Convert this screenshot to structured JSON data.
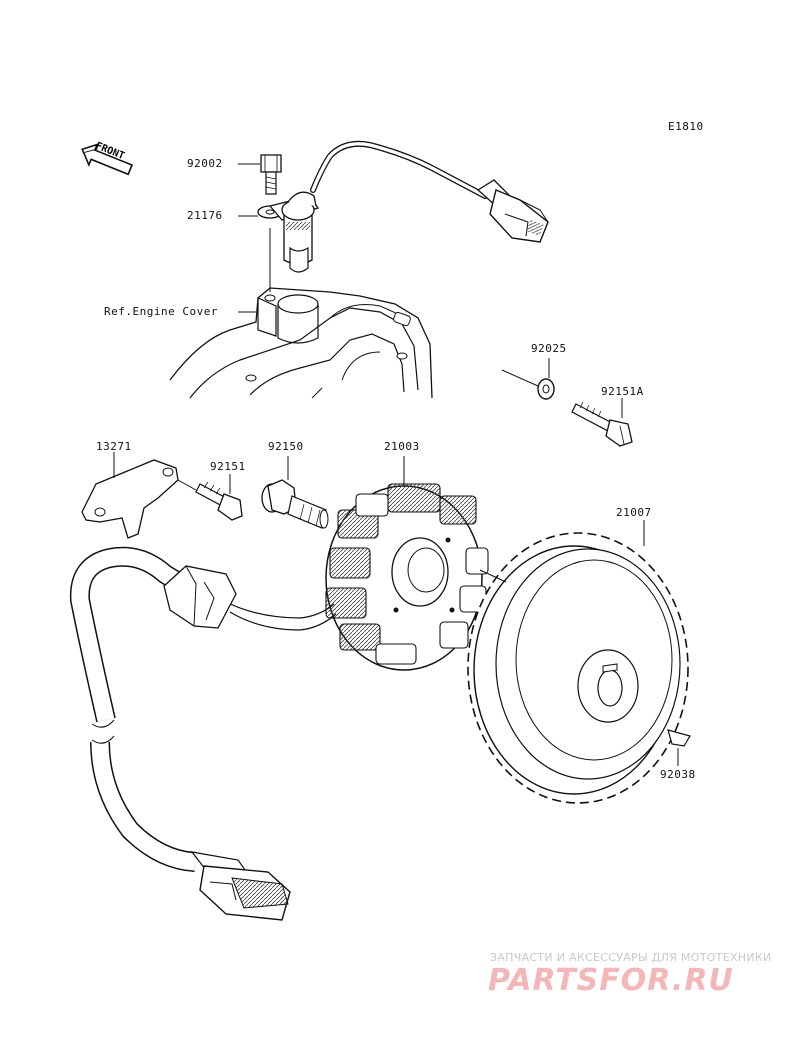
{
  "diagram": {
    "code": "E1810",
    "front_label": "FRONT",
    "ref_label": "Ref.Engine Cover",
    "parts": {
      "p92002": "92002",
      "p21176": "21176",
      "p92025": "92025",
      "p92151A": "92151A",
      "p13271": "13271",
      "p92151": "92151",
      "p92150": "92150",
      "p21003": "21003",
      "p21007": "21007",
      "p92038": "92038"
    }
  },
  "watermark": {
    "tagline": "ЗАПЧАСТИ И АКСЕССУАРЫ ДЛЯ МОТОТЕХНИКИ",
    "brand": "PARTSFOR.RU",
    "color": "#f4b6b6"
  }
}
